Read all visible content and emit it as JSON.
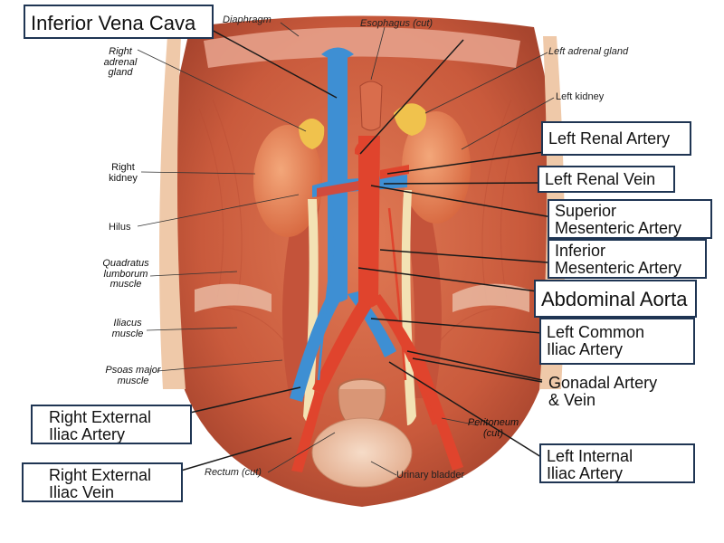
{
  "anatomy": {
    "printed_labels": {
      "diaphragm": "Diaphragm",
      "esophagus": "Esophagus (cut)",
      "left_adrenal": "Left adrenal gland",
      "left_kidney": "Left kidney",
      "right_adrenal": "Right\nadrenal\ngland",
      "right_kidney": "Right\nkidney",
      "hilus": "Hilus",
      "quadratus": "Quadratus\nlumborum\nmuscle",
      "iliacus": "Iliacus\nmuscle",
      "psoas": "Psoas major\nmuscle",
      "peritoneum": "Peritoneum\n(cut)",
      "rectum": "Rectum (cut)",
      "bladder": "Urinary bladder"
    },
    "callouts": {
      "ivc": "Inferior Vena Cava",
      "left_renal_artery": "Left Renal Artery",
      "left_renal_vein": "Left Renal Vein",
      "superior_mesenteric": "Superior\nMesenteric Artery",
      "inferior_mesenteric": "Inferior\nMesenteric Artery",
      "abdominal_aorta": "Abdominal Aorta",
      "left_common_iliac": "Left Common\nIliac Artery",
      "gonadal": "Gonadal Artery\n& Vein",
      "left_internal_iliac": "Left Internal\nIliac Artery",
      "right_external_iliac_artery": "Right External\nIliac Artery",
      "right_external_iliac_vein": "Right External\nIliac Vein"
    },
    "colors": {
      "artery": "#e0442d",
      "vein": "#3e8fd3",
      "muscle": "#d96d4c",
      "kidney": "#e9895f",
      "adrenal": "#f0c24d",
      "ureter": "#f3e2b4",
      "box_border": "#1f3553"
    }
  }
}
